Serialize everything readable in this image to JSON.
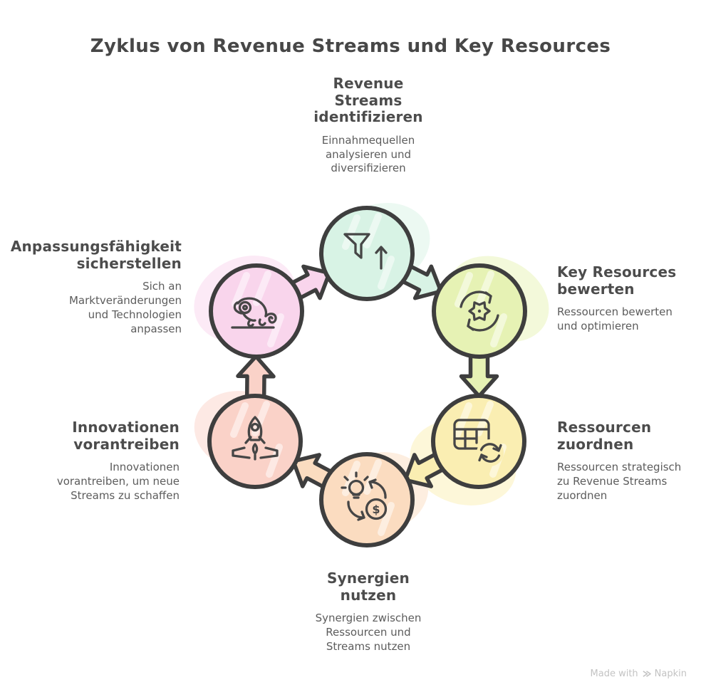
{
  "title": "Zyklus von Revenue Streams und Key Resources",
  "footer": {
    "made_with": "Made with",
    "brand": "Napkin"
  },
  "colors": {
    "outline": "#3e3e3e",
    "heading_text": "#4c4c4c",
    "body_text": "#5c5c5c",
    "footer_text": "#c3c3c3"
  },
  "nodes": [
    {
      "id": "revenue-streams-identifizieren",
      "label": "Revenue\nStreams\nidentifizieren",
      "description": "Einnahmequellen\nanalysieren und\ndiversifizieren",
      "color": "#d8f3e5",
      "icon": "funnel-up-arrow-icon"
    },
    {
      "id": "key-resources-bewerten",
      "label": "Key Resources\nbewerten",
      "description": "Ressourcen bewerten\nund optimieren",
      "color": "#e6f2b4",
      "icon": "gear-refresh-icon"
    },
    {
      "id": "ressourcen-zuordnen",
      "label": "Ressourcen\nzuordnen",
      "description": "Ressourcen strategisch\nzu Revenue Streams\nzuordnen",
      "color": "#faeeb2",
      "icon": "table-refresh-icon"
    },
    {
      "id": "synergien-nutzen",
      "label": "Synergien\nnutzen",
      "description": "Synergien zwischen\nRessourcen und\nStreams nutzen",
      "color": "#fbdcc0",
      "icon": "bulb-dollar-cycle-icon",
      "icon_glyph": "$"
    },
    {
      "id": "innovationen-vorantreiben",
      "label": "Innovationen\nvorantreiben",
      "description": "Innovationen\nvorantreiben, um neue\nStreams zu schaffen",
      "color": "#fad2c8",
      "icon": "rocket-launch-icon"
    },
    {
      "id": "anpassungsfaehigkeit-sicherstellen",
      "label": "Anpassungsfähigkeit\nsicherstellen",
      "description": "Sich an\nMarktveränderungen\nund Technologien\nanpassen",
      "color": "#f9d5ec",
      "icon": "chameleon-icon"
    }
  ]
}
